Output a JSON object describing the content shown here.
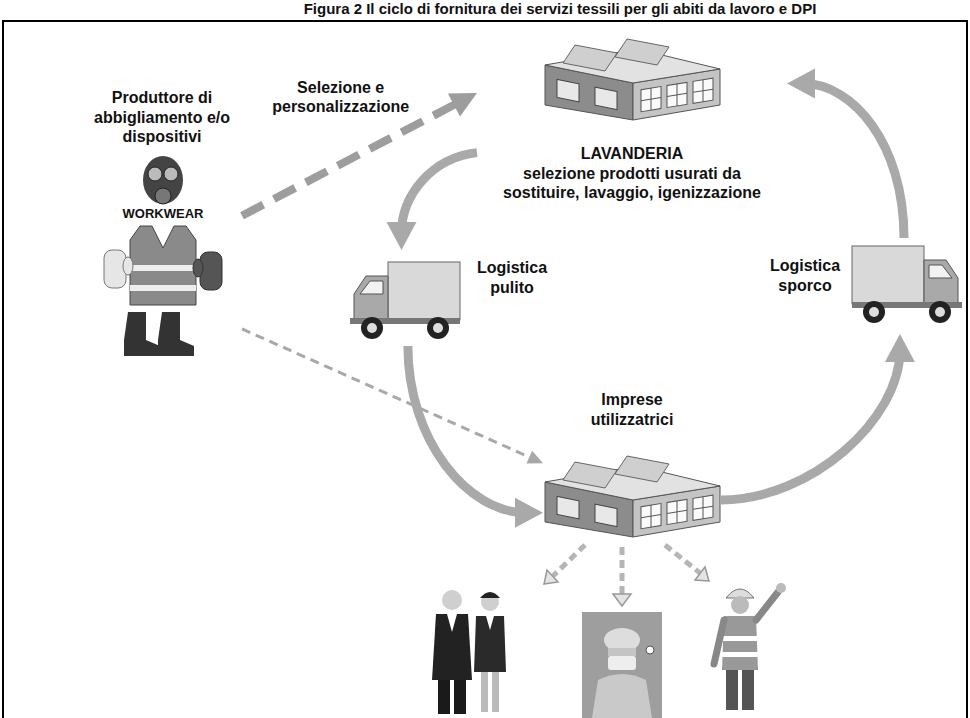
{
  "diagram": {
    "title": "Figura 2 Il ciclo di fornitura dei servizi tessili per gli abiti da lavoro e DPI",
    "nodes": [
      {
        "text": [
          "Produttore di abbigliamento e/o dispositivi"
        ]
      },
      {
        "text": [
          "LAVANDERIA",
          "selezione prodotti usurati da sostituire, lavaggio, igenizzazione"
        ]
      },
      {
        "text": [
          "Logistica pulito"
        ]
      },
      {
        "text": [
          "Logistica sporco"
        ]
      },
      {
        "text": [
          "Imprese utilizzatrici"
        ]
      }
    ],
    "edges": [
      {
        "from": 0,
        "to": 1,
        "arrow": "to",
        "label": "Selezione e personalizzazione"
      },
      {
        "from": 0,
        "to": 4,
        "arrow": "to"
      },
      {
        "from": 1,
        "to": 2,
        "arrow": "to"
      },
      {
        "from": 2,
        "to": 4,
        "arrow": "to"
      },
      {
        "from": 4,
        "to": 3,
        "arrow": "to"
      },
      {
        "from": 3,
        "to": 1,
        "arrow": "to"
      }
    ],
    "labels": [
      "WORKWEAR"
    ]
  }
}
